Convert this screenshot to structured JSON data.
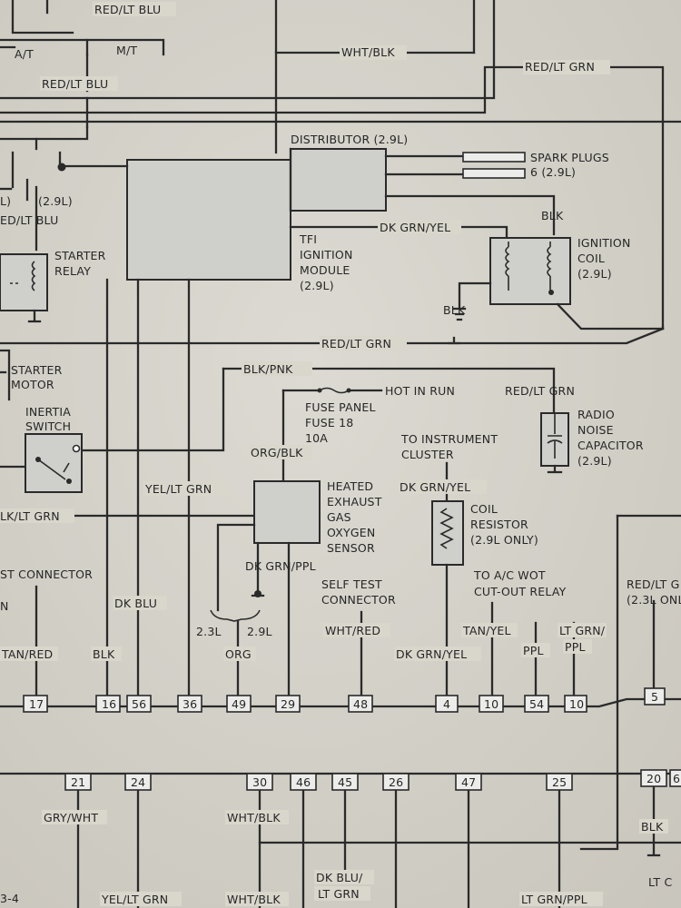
{
  "labels": {
    "red_lt_blu_top": "RED/LT BLU",
    "at": "A/T",
    "mt": "M/T",
    "wht_blk_top": "WHT/BLK",
    "red_lt_grn_top": "RED/LT GRN",
    "red_lt_blu_mid": "RED/LT BLU",
    "distributor": "DISTRIBUTOR (2.9L)",
    "spark_plugs": "SPARK PLUGS",
    "spark_plugs_count": "6 (2.9L)",
    "l_left": "L)",
    "l_29": "(2.9L)",
    "red_lt_blu_left": "ED/LT BLU",
    "starter_relay_1": "STARTER",
    "starter_relay_2": "RELAY",
    "tfi_1": "TFI",
    "tfi_2": "IGNITION",
    "tfi_3": "MODULE",
    "tfi_4": "(2.9L)",
    "dk_grn_yel_top": "DK GRN/YEL",
    "blk_coil": "BLK",
    "ign_coil_1": "IGNITION",
    "ign_coil_2": "COIL",
    "ign_coil_3": "(2.9L)",
    "blk_ground": "BLK",
    "red_lt_grn_mid": "RED/LT GRN",
    "starter_motor_1": "STARTER",
    "starter_motor_2": "MOTOR",
    "blk_pnk": "BLK/PNK",
    "hot_in_run": "HOT IN RUN",
    "fuse_1": "FUSE PANEL",
    "fuse_2": "FUSE 18",
    "fuse_3": "10A",
    "red_lt_grn_radio": "RED/LT GRN",
    "radio_1": "RADIO",
    "radio_2": "NOISE",
    "radio_3": "CAPACITOR",
    "radio_4": "(2.9L)",
    "inertia_1": "INERTIA",
    "inertia_2": "SWITCH",
    "org_blk": "ORG/BLK",
    "to_instrument_1": "TO INSTRUMENT",
    "to_instrument_2": "CLUSTER",
    "yel_lt_grn_mid": "YEL/LT GRN",
    "hego_1": "HEATED",
    "hego_2": "EXHAUST",
    "hego_3": "GAS",
    "hego_4": "OXYGEN",
    "hego_5": "SENSOR",
    "dk_grn_yel_cluster": "DK GRN/YEL",
    "coil_res_1": "COIL",
    "coil_res_2": "RESISTOR",
    "coil_res_3": "(2.9L ONLY)",
    "lk_lt_grn": "LK/LT GRN",
    "st_connector": "ST CONNECTOR",
    "dk_grn_ppl": "DK GRN/PPL",
    "to_ac_1": "TO A/C WOT",
    "to_ac_2": "CUT-OUT RELAY",
    "red_lt_g_right": "RED/LT G",
    "l23_onl": "(2.3L ONL",
    "self_test_1": "SELF TEST",
    "self_test_2": "CONNECTOR",
    "n_left": "N",
    "dk_blu": "DK BLU",
    "l23": "2.3L",
    "l29": "2.9L",
    "tan_yel": "TAN/YEL",
    "ppl": "PPL",
    "lt_grn_ppl_1": "LT GRN/",
    "lt_grn_ppl_2": "PPL",
    "wht_red": "WHT/RED",
    "tan_red": "TAN/RED",
    "blk_16": "BLK",
    "org": "ORG",
    "dk_grn_yel_bottom": "DK GRN/YEL",
    "page_ref": "3-4",
    "gry_wht": "GRY/WHT",
    "wht_blk_b1": "WHT/BLK",
    "blk_bottom": "BLK",
    "yel_lt_grn_bottom": "YEL/LT GRN",
    "wht_blk_b2": "WHT/BLK",
    "dk_blu_lt_grn_1": "DK BLU/",
    "dk_blu_lt_grn_2": "LT GRN",
    "lt_grn_ppl_bottom": "LT GRN/PPL",
    "lt_c": "LT C"
  },
  "pins_top": [
    "17",
    "16",
    "56",
    "36",
    "49",
    "29",
    "48",
    "4",
    "10",
    "54",
    "10",
    "5"
  ],
  "pins_bottom": [
    "21",
    "24",
    "30",
    "46",
    "45",
    "26",
    "47",
    "25",
    "20",
    "6"
  ]
}
